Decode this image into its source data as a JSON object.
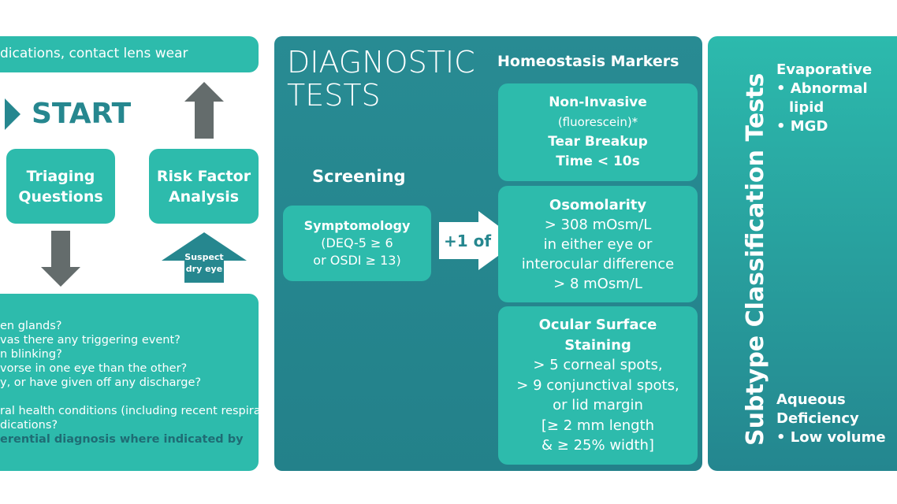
{
  "left": {
    "banner_text": "dications, contact lens wear",
    "start_label": "START",
    "triaging": [
      "Triaging",
      "Questions"
    ],
    "risk_factor": [
      "Risk Factor",
      "Analysis"
    ],
    "suspect": [
      "Suspect",
      "dry eye"
    ],
    "questions": [
      "en glands?",
      "vas there any triggering event?",
      "n blinking?",
      "vorse in one eye than the other?",
      "y, or have given off any discharge?",
      "",
      "ral health conditions (including recent respira-",
      "dications?"
    ],
    "bold_line": "erential diagnosis where indicated by"
  },
  "diagnostic": {
    "title": [
      "DIAGNOSTIC",
      "TESTS"
    ],
    "screening_label": "Screening",
    "symptomology": [
      "Symptomology",
      "(DEQ-5 ≥ 6",
      "or OSDI ≥ 13)"
    ],
    "plus_one": "+1 of",
    "homeostasis_title": "Homeostasis Markers",
    "markers": [
      {
        "lines_bold": [
          "Non-Invasive"
        ],
        "lines": [
          "(fluorescein)*"
        ],
        "lines_bold2": [
          "Tear Breakup",
          "Time < 10s"
        ]
      },
      {
        "lines_bold": [
          "Osomolarity"
        ],
        "lines": [
          "> 308 mOsm/L",
          "in either eye or",
          "interocular difference",
          "> 8 mOsm/L"
        ]
      },
      {
        "lines_bold": [
          "Ocular Surface",
          "Staining"
        ],
        "lines": [
          "> 5 corneal spots,",
          "> 9 conjunctival spots,",
          "or lid margin",
          "[≥ 2 mm length",
          "& ≥ 25% width]"
        ]
      }
    ]
  },
  "subtype": {
    "title": "Subtype Classification Tests",
    "evaporative": [
      "Evaporative",
      "• Abnormal",
      "lipid",
      "• MGD"
    ],
    "aqueous": [
      "Aqueous",
      "Deficiency",
      "• Low volume"
    ]
  },
  "colors": {
    "light_teal": "#2dbbac",
    "dark_teal": "#26878f",
    "gray_arrow": "#646c6c",
    "dark_text": "#1f6c74"
  }
}
